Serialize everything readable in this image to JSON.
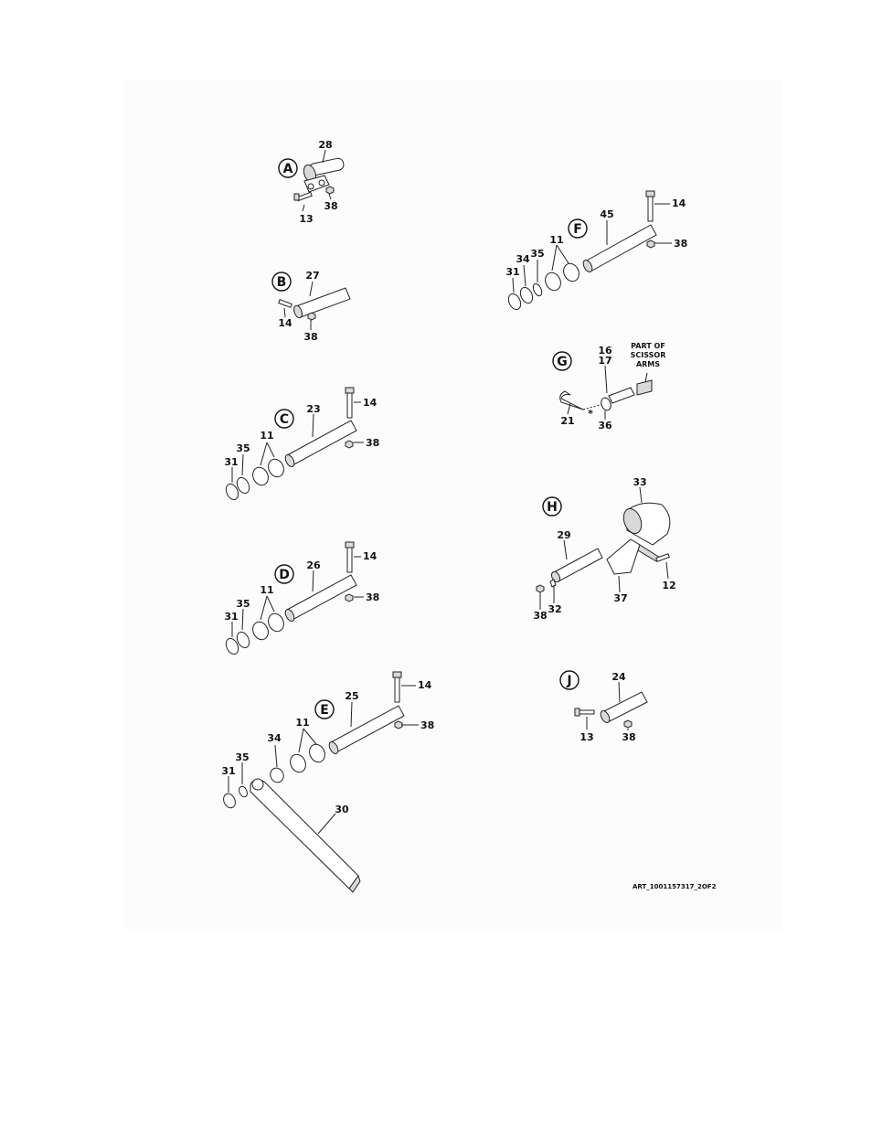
{
  "views": [
    {
      "letter": "A",
      "callouts": [
        "28",
        "13",
        "38"
      ]
    },
    {
      "letter": "B",
      "callouts": [
        "27",
        "14",
        "38"
      ]
    },
    {
      "letter": "C",
      "callouts": [
        "23",
        "14",
        "38",
        "11",
        "35",
        "31"
      ]
    },
    {
      "letter": "D",
      "callouts": [
        "26",
        "14",
        "38",
        "11",
        "35",
        "31"
      ]
    },
    {
      "letter": "E",
      "callouts": [
        "25",
        "14",
        "38",
        "11",
        "34",
        "35",
        "31",
        "30"
      ]
    },
    {
      "letter": "F",
      "callouts": [
        "45",
        "14",
        "38",
        "11",
        "35",
        "34",
        "31"
      ]
    },
    {
      "letter": "G",
      "callouts": [
        "16",
        "17",
        "21",
        "36"
      ],
      "note": [
        "PART OF",
        "SCISSOR",
        "ARMS"
      ]
    },
    {
      "letter": "H",
      "callouts": [
        "33",
        "29",
        "12",
        "32",
        "37",
        "38"
      ]
    },
    {
      "letter": "J",
      "callouts": [
        "24",
        "13",
        "38"
      ]
    }
  ],
  "art_id": "ART_1001157317_2OF2"
}
